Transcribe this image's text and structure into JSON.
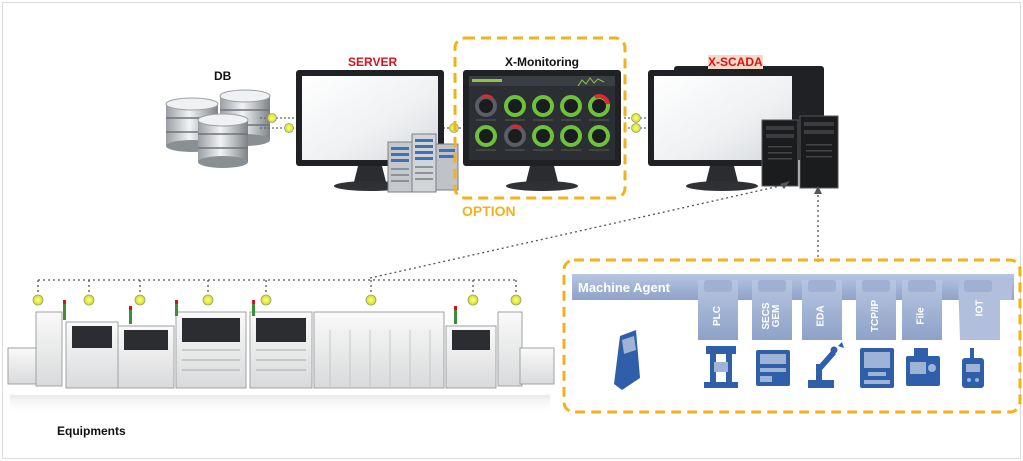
{
  "labels": {
    "db": "DB",
    "server": "SERVER",
    "x_monitoring": "X-Monitoring",
    "x_scada": "X-SCADA",
    "option": "OPTION",
    "equipments": "Equipments",
    "machine_agent": "Machine Agent"
  },
  "protocols": [
    {
      "label": "PLC"
    },
    {
      "label": "SECS GEM"
    },
    {
      "label": "EDA"
    },
    {
      "label": "TCP/IP"
    },
    {
      "label": "File"
    },
    {
      "label": "IOT"
    }
  ],
  "colors": {
    "option_border": "#f2b21c",
    "server_label": "#d8121b",
    "agent_bar": "#9fb3d6",
    "agent_icon": "#2f5fa8",
    "connector_dot": "#e8f000"
  }
}
